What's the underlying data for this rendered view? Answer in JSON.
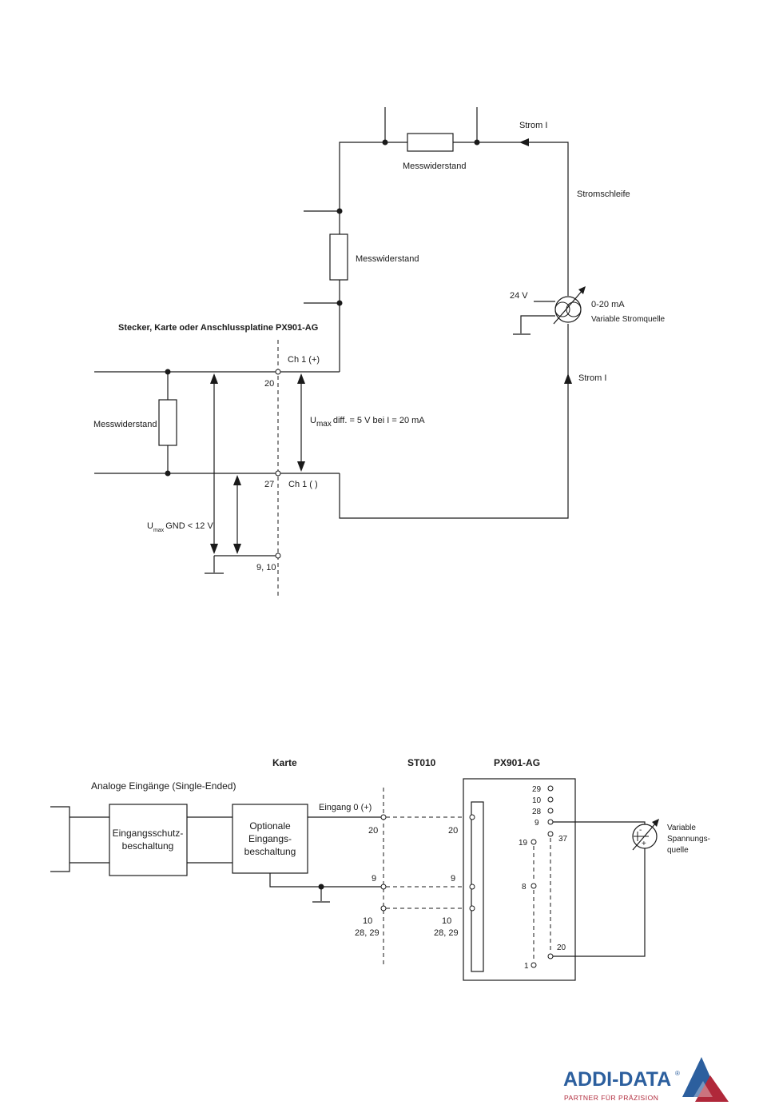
{
  "diagram1": {
    "title": "Stecker, Karte oder Anschlussplatine PX901-AG",
    "resistor_top": "Messwiderstand",
    "resistor_mid": "Messwiderstand",
    "resistor_left": "Messwiderstand",
    "current_top": "Strom I",
    "current_right": "Strom I",
    "loop": "Stromschleife",
    "supply": "24 V",
    "source_range": "0-20 mA",
    "source_name": "Variable Stromquelle",
    "ch_plus": "Ch 1 (+)",
    "ch_minus": "Ch 1 ( )",
    "pin_20": "20",
    "pin_27": "27",
    "pin_gnd": "9, 10",
    "umax_diff_u": "U",
    "umax_diff_sub": "max",
    "umax_diff_text": "diff. = 5 V bei I = 20 mA",
    "umax_gnd_u": "U",
    "umax_gnd_sub": "max",
    "umax_gnd_text": "GND < 12 V"
  },
  "diagram2": {
    "header_karte": "Karte",
    "header_st010": "ST010",
    "header_px": "PX901-AG",
    "analog_title": "Analoge Eingänge (Single-Ended)",
    "box1_line1": "Eingangsschutz-",
    "box1_line2": "beschaltung",
    "box2_line1": "Optionale",
    "box2_line2": "Eingangs-",
    "box2_line3": "beschaltung",
    "input_label": "Eingang 0 (+)",
    "card_pin_20": "20",
    "card_pin_9": "9",
    "card_pin_10": "10",
    "card_pin_2829": "28, 29",
    "st_pin_20": "20",
    "st_pin_9": "9",
    "st_pin_10": "10",
    "st_pin_2829": "28, 29",
    "px_pin_29": "29",
    "px_pin_10": "10",
    "px_pin_28": "28",
    "px_pin_9": "9",
    "px_pin_19": "19",
    "px_pin_37": "37",
    "px_pin_8": "8",
    "px_pin_20": "20",
    "px_pin_1": "1",
    "source_line1": "Variable",
    "source_line2": "Spannungs-",
    "source_line3": "quelle"
  },
  "logo": {
    "name": "ADDI-DATA",
    "registered": "®",
    "tagline": "PARTNER FÜR PRÄZISION",
    "colors": {
      "text": "#2c5f9e",
      "triangle_blue": "#2c5f9e",
      "triangle_red": "#b0283a",
      "tagline": "#b0283a"
    }
  }
}
